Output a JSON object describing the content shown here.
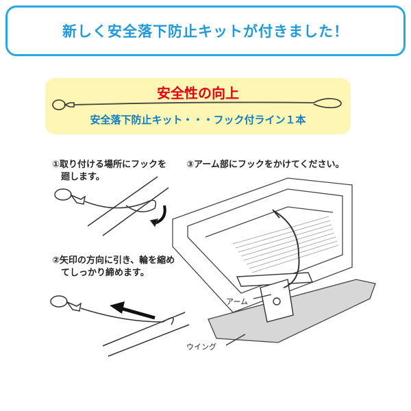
{
  "banner": {
    "title": "新しく安全落下防止キットが付きました！"
  },
  "feature": {
    "heading": "安全性の向上",
    "kit_line": "安全落下防止キット・・・フック付ライン１本"
  },
  "steps": {
    "step1": "①取り付ける場所にフックを\n　廻します。",
    "step2": "②矢印の方向に引き、輪を縮め\n　てしっかり締めます。",
    "step3": "③アーム部にフックをかけてください。"
  },
  "callouts": {
    "arm": "アーム",
    "wing": "ウイング"
  },
  "colors": {
    "banner_border": "#29a7e1",
    "banner_text": "#1f9ad6",
    "heading_red": "#e60012",
    "kit_blue": "#0e7cc2",
    "box_yellow": "#fdf6b5"
  }
}
